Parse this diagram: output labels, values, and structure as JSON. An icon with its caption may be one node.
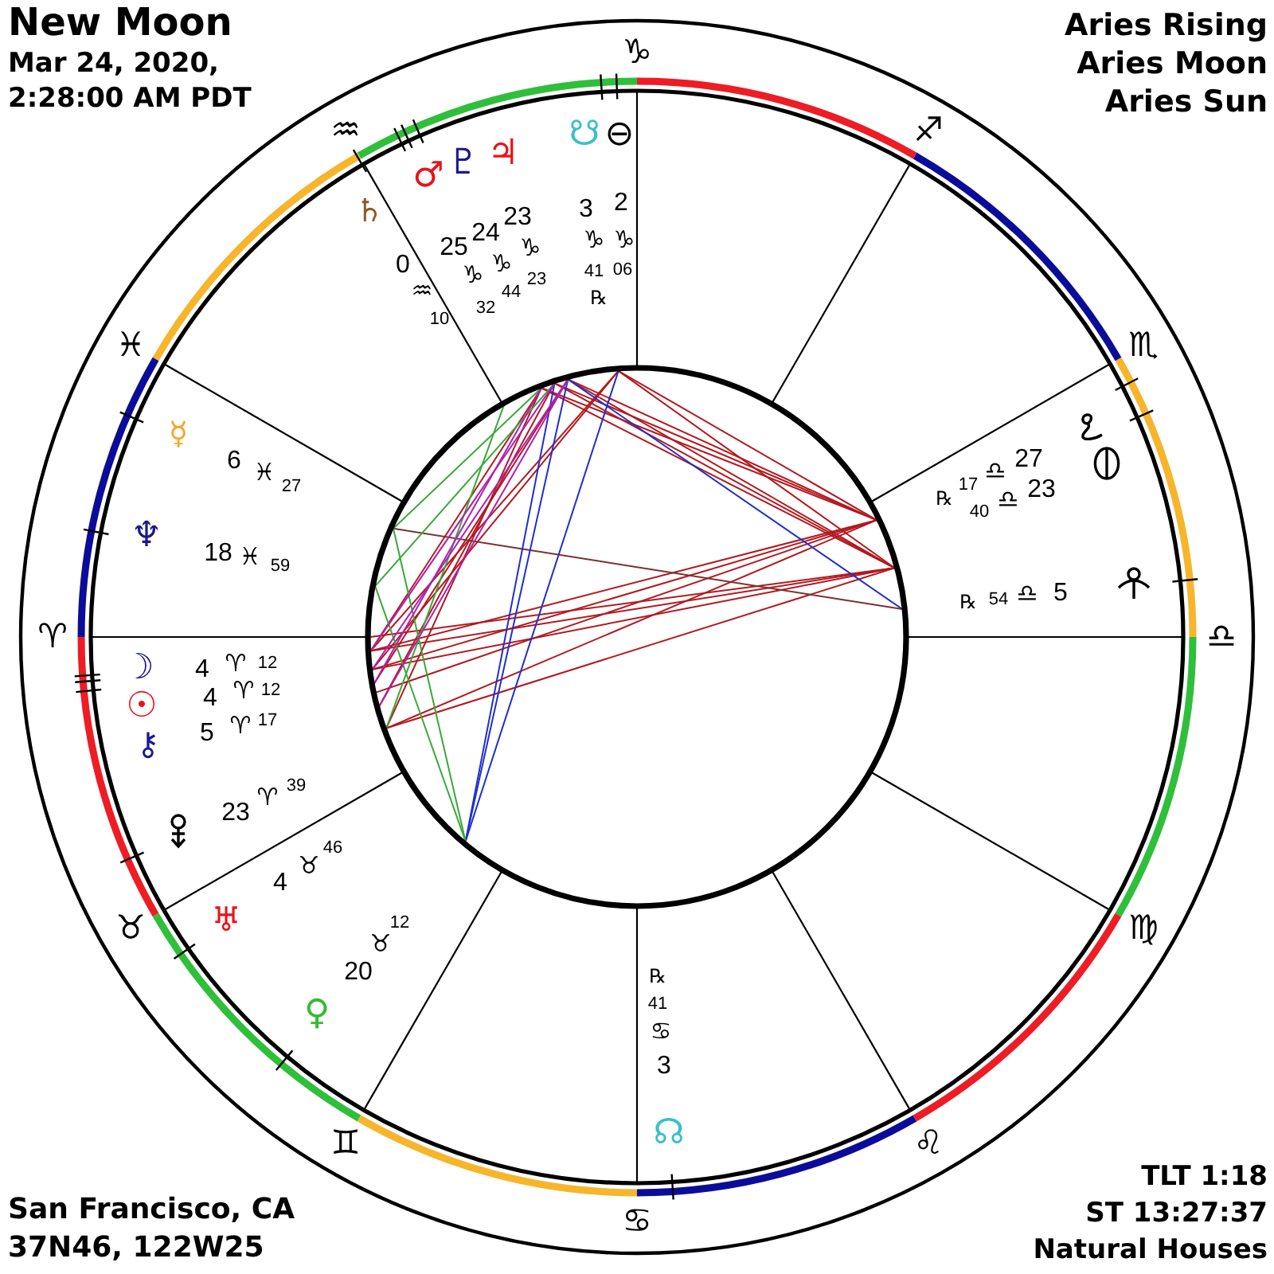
{
  "diagram": {
    "title": "New Moon",
    "labels": [
      "Mar 24, 2020, 2:28:00 AM PDT",
      "Aries Rising",
      "Aries Moon",
      "Aries Sun",
      "♑",
      "♐",
      "♏",
      "♎",
      "♍",
      "♌",
      "♋",
      "♊",
      "♉",
      "♈",
      "♓",
      "♒",
      "☋",
      "3",
      "♑",
      "41",
      "℞",
      "⊖",
      "2",
      "♑",
      "06",
      "♃",
      "23",
      "♑",
      "23",
      "♇",
      "24",
      "♑",
      "44",
      "♂",
      "25",
      "♑",
      "32",
      "♄",
      "0",
      "♒",
      "10",
      "☿",
      "6",
      "♓",
      "27",
      "♆",
      "18",
      "♓",
      "59",
      "☽",
      "4",
      "♈",
      "12",
      "☉",
      "4",
      "♈",
      "12",
      "⚷",
      "5",
      "♈",
      "17",
      "23",
      "♈",
      "39",
      "♅",
      "4",
      "♉",
      "46",
      "♀",
      "20",
      "♉",
      "12",
      "℞",
      "41",
      "♋",
      "3",
      "☊",
      "℞",
      "17",
      "♎",
      "27",
      "40",
      "♎",
      "23",
      "℞",
      "54",
      "♎",
      "5",
      "San Francisco, CA",
      "37N46, 122W25",
      "TLT 1:18",
      "ST 13:27:37",
      "Natural Houses"
    ]
  }
}
